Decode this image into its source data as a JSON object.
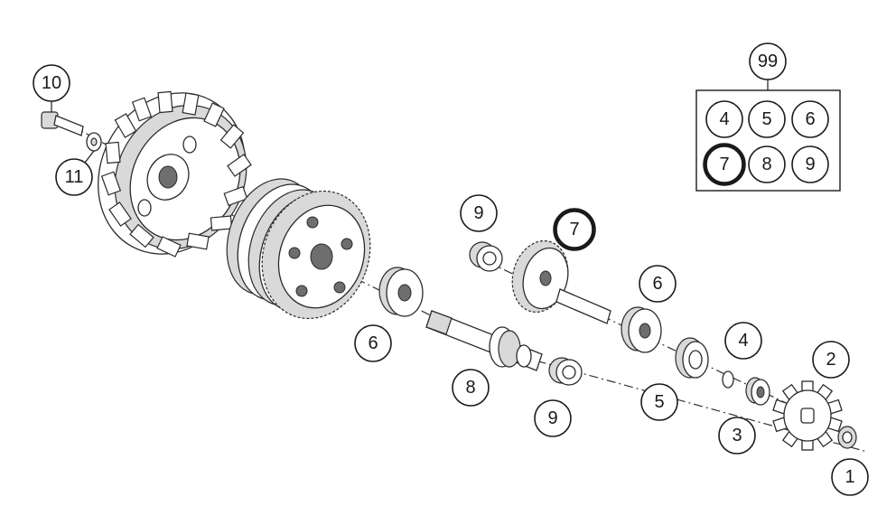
{
  "colors": {
    "highlight": "#e8621a",
    "line": "#1a1a1a"
  },
  "highlighted_part": "7",
  "callouts": [
    {
      "id": "c10",
      "label": "10"
    },
    {
      "id": "c11",
      "label": "11"
    },
    {
      "id": "c9a",
      "label": "9"
    },
    {
      "id": "c7",
      "label": "7"
    },
    {
      "id": "c6a",
      "label": "6"
    },
    {
      "id": "c6b",
      "label": "6"
    },
    {
      "id": "c8",
      "label": "8"
    },
    {
      "id": "c9b",
      "label": "9"
    },
    {
      "id": "c4",
      "label": "4"
    },
    {
      "id": "c5",
      "label": "5"
    },
    {
      "id": "c3",
      "label": "3"
    },
    {
      "id": "c2",
      "label": "2"
    },
    {
      "id": "c1",
      "label": "1"
    }
  ],
  "kit": {
    "label": "99",
    "items": [
      "4",
      "5",
      "6",
      "7",
      "8",
      "9"
    ]
  }
}
